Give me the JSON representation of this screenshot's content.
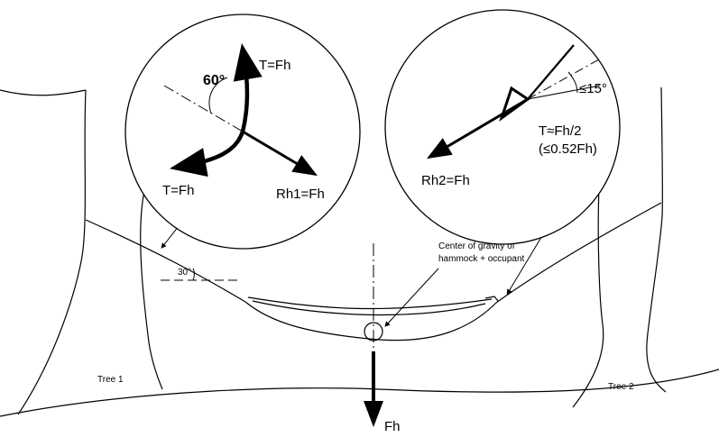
{
  "figure": {
    "labels": {
      "left_circle_top_force": "T=Fh",
      "left_circle_angle": "60°",
      "left_circle_bottom_force": "T=Fh",
      "left_circle_reaction": "Rh1=Fh",
      "right_circle_angle": "≤15°",
      "right_circle_tension": "T≈Fh/2",
      "right_circle_tension_limit": "(≤0.52Fh)",
      "right_circle_reaction": "Rh2=Fh",
      "cg_line1": "Center of gravity of",
      "cg_line2": "hammock + occupant",
      "left_angle": "30°",
      "tree1": "Tree 1",
      "tree2": "Tree 2",
      "weight_force": "Fh"
    }
  }
}
